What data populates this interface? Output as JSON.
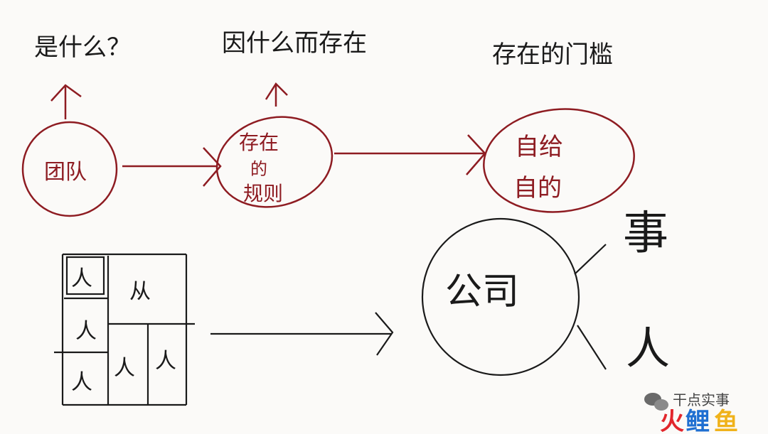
{
  "colors": {
    "background": "#fbfaf8",
    "ink_black": "#1a1a1a",
    "ink_red": "#8e1c22",
    "brand_red": "#e2262c",
    "brand_blue": "#1f6fd1",
    "brand_yellow": "#f0b21a"
  },
  "top_labels": {
    "what": "是什么？",
    "why": "因什么而存在",
    "threshold": "存在的门槛"
  },
  "nodes": {
    "team": "团队",
    "exist_line1": "存在",
    "exist_line2": "的",
    "exist_line3": "规则",
    "self_line1": "自给",
    "self_line2": "自的",
    "company": "公司"
  },
  "side_labels": {
    "thing": "事",
    "person": "人"
  },
  "grid_cells": [
    "人",
    "从",
    "人",
    "人",
    "人",
    "人"
  ],
  "watermark": {
    "account": "干点实事",
    "brand_1": "火",
    "brand_2": "鲤",
    "brand_3": "鱼",
    "icon": "wechat-icon"
  }
}
